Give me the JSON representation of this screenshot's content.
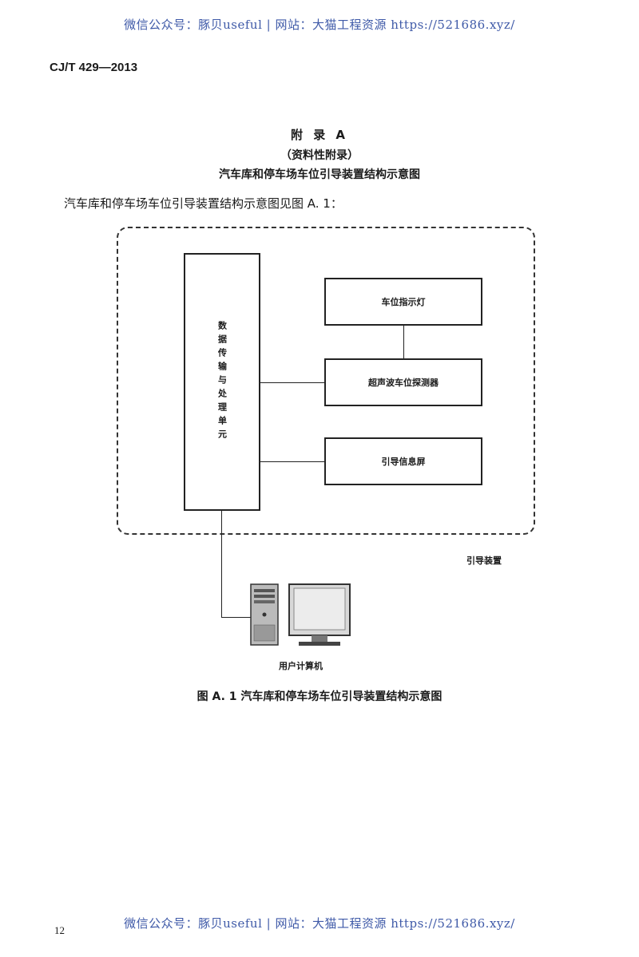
{
  "watermark": {
    "text": "微信公众号：豚贝useful | 网站：大猫工程资源 https://521686.xyz/"
  },
  "header": {
    "standard_code": "CJ/T 429—2013"
  },
  "appendix": {
    "title": "附 录 A",
    "subtitle": "（资料性附录）",
    "heading": "汽车库和停车场车位引导装置结构示意图"
  },
  "intro_text": "汽车库和停车场车位引导装置结构示意图见图 A. 1：",
  "diagram": {
    "unit_label": "数据传输与处理单元",
    "indicator_label": "车位指示灯",
    "detector_label": "超声波车位探测器",
    "screen_label": "引导信息屏",
    "frame_label": "引导装置",
    "computer_label": "用户计算机"
  },
  "figure_caption": "图 A. 1   汽车库和停车场车位引导装置结构示意图",
  "page_number": "12"
}
